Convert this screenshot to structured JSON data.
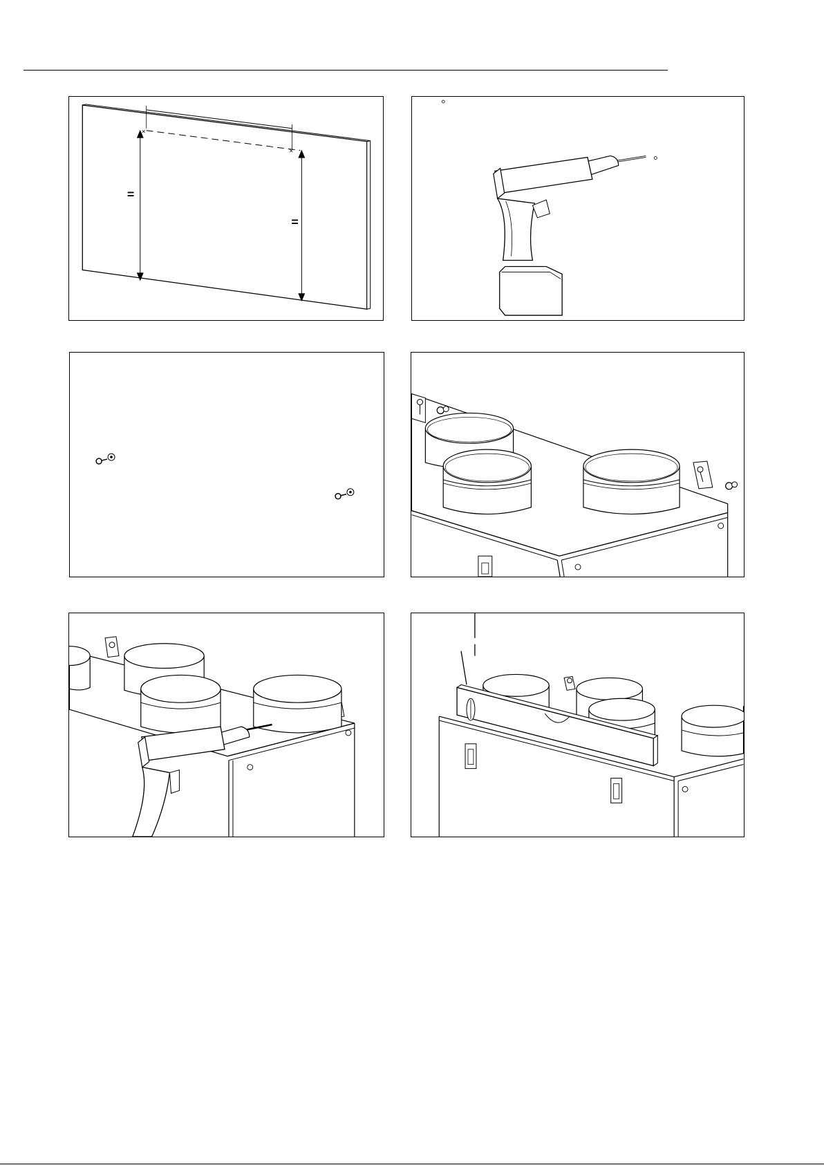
{
  "page": {
    "figures": [
      {
        "step": "mark-drilling-points",
        "equal_mark_left": "=",
        "equal_mark_right": "="
      },
      {
        "step": "drill-holes"
      },
      {
        "step": "insert-plugs-and-screws"
      },
      {
        "step": "hang-unit-on-screws"
      },
      {
        "step": "tighten-screws"
      },
      {
        "step": "level-unit"
      }
    ]
  }
}
